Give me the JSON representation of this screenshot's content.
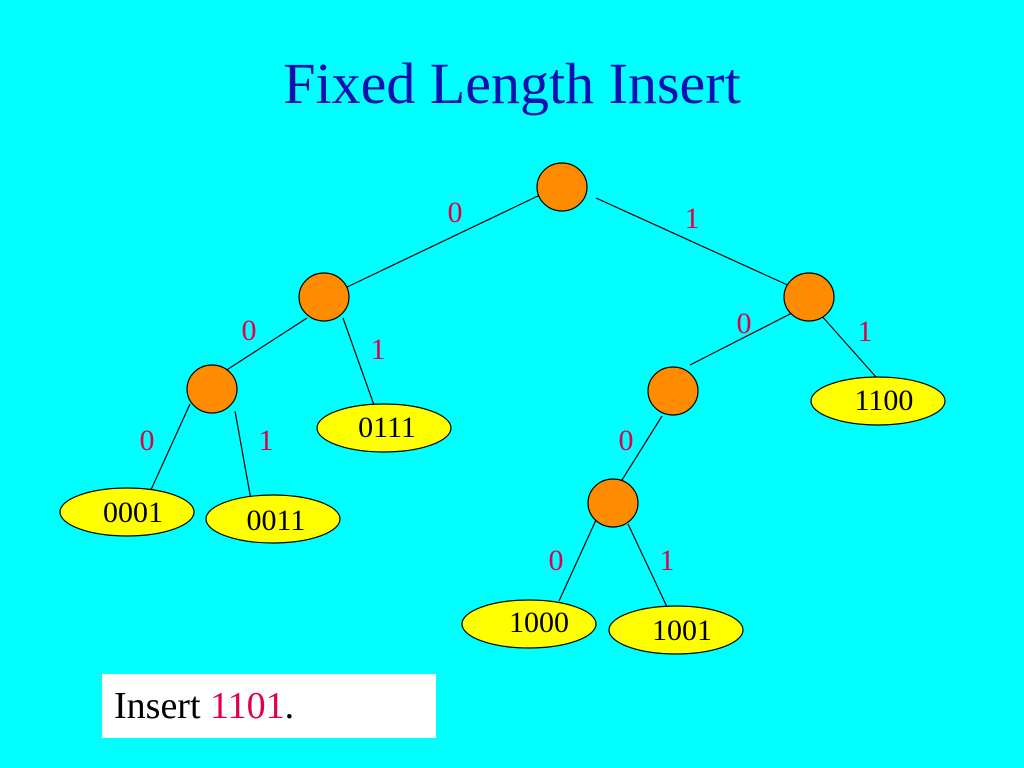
{
  "title": "Fixed Length Insert",
  "colors": {
    "background": "#00FFFF",
    "title": "#1010B0",
    "internal_node": "#FF8C00",
    "leaf": "#FFFF00",
    "edge_label": "#E0004A",
    "highlight": "#E0004A"
  },
  "tree": {
    "edge_labels": [
      "0",
      "1",
      "0",
      "1",
      "0",
      "1",
      "0",
      "1",
      "0",
      "0",
      "1"
    ],
    "leaves": [
      "0001",
      "0011",
      "0111",
      "1100",
      "1000",
      "1001"
    ]
  },
  "task": {
    "prefix": "Insert ",
    "key": "1101",
    "suffix": "."
  }
}
